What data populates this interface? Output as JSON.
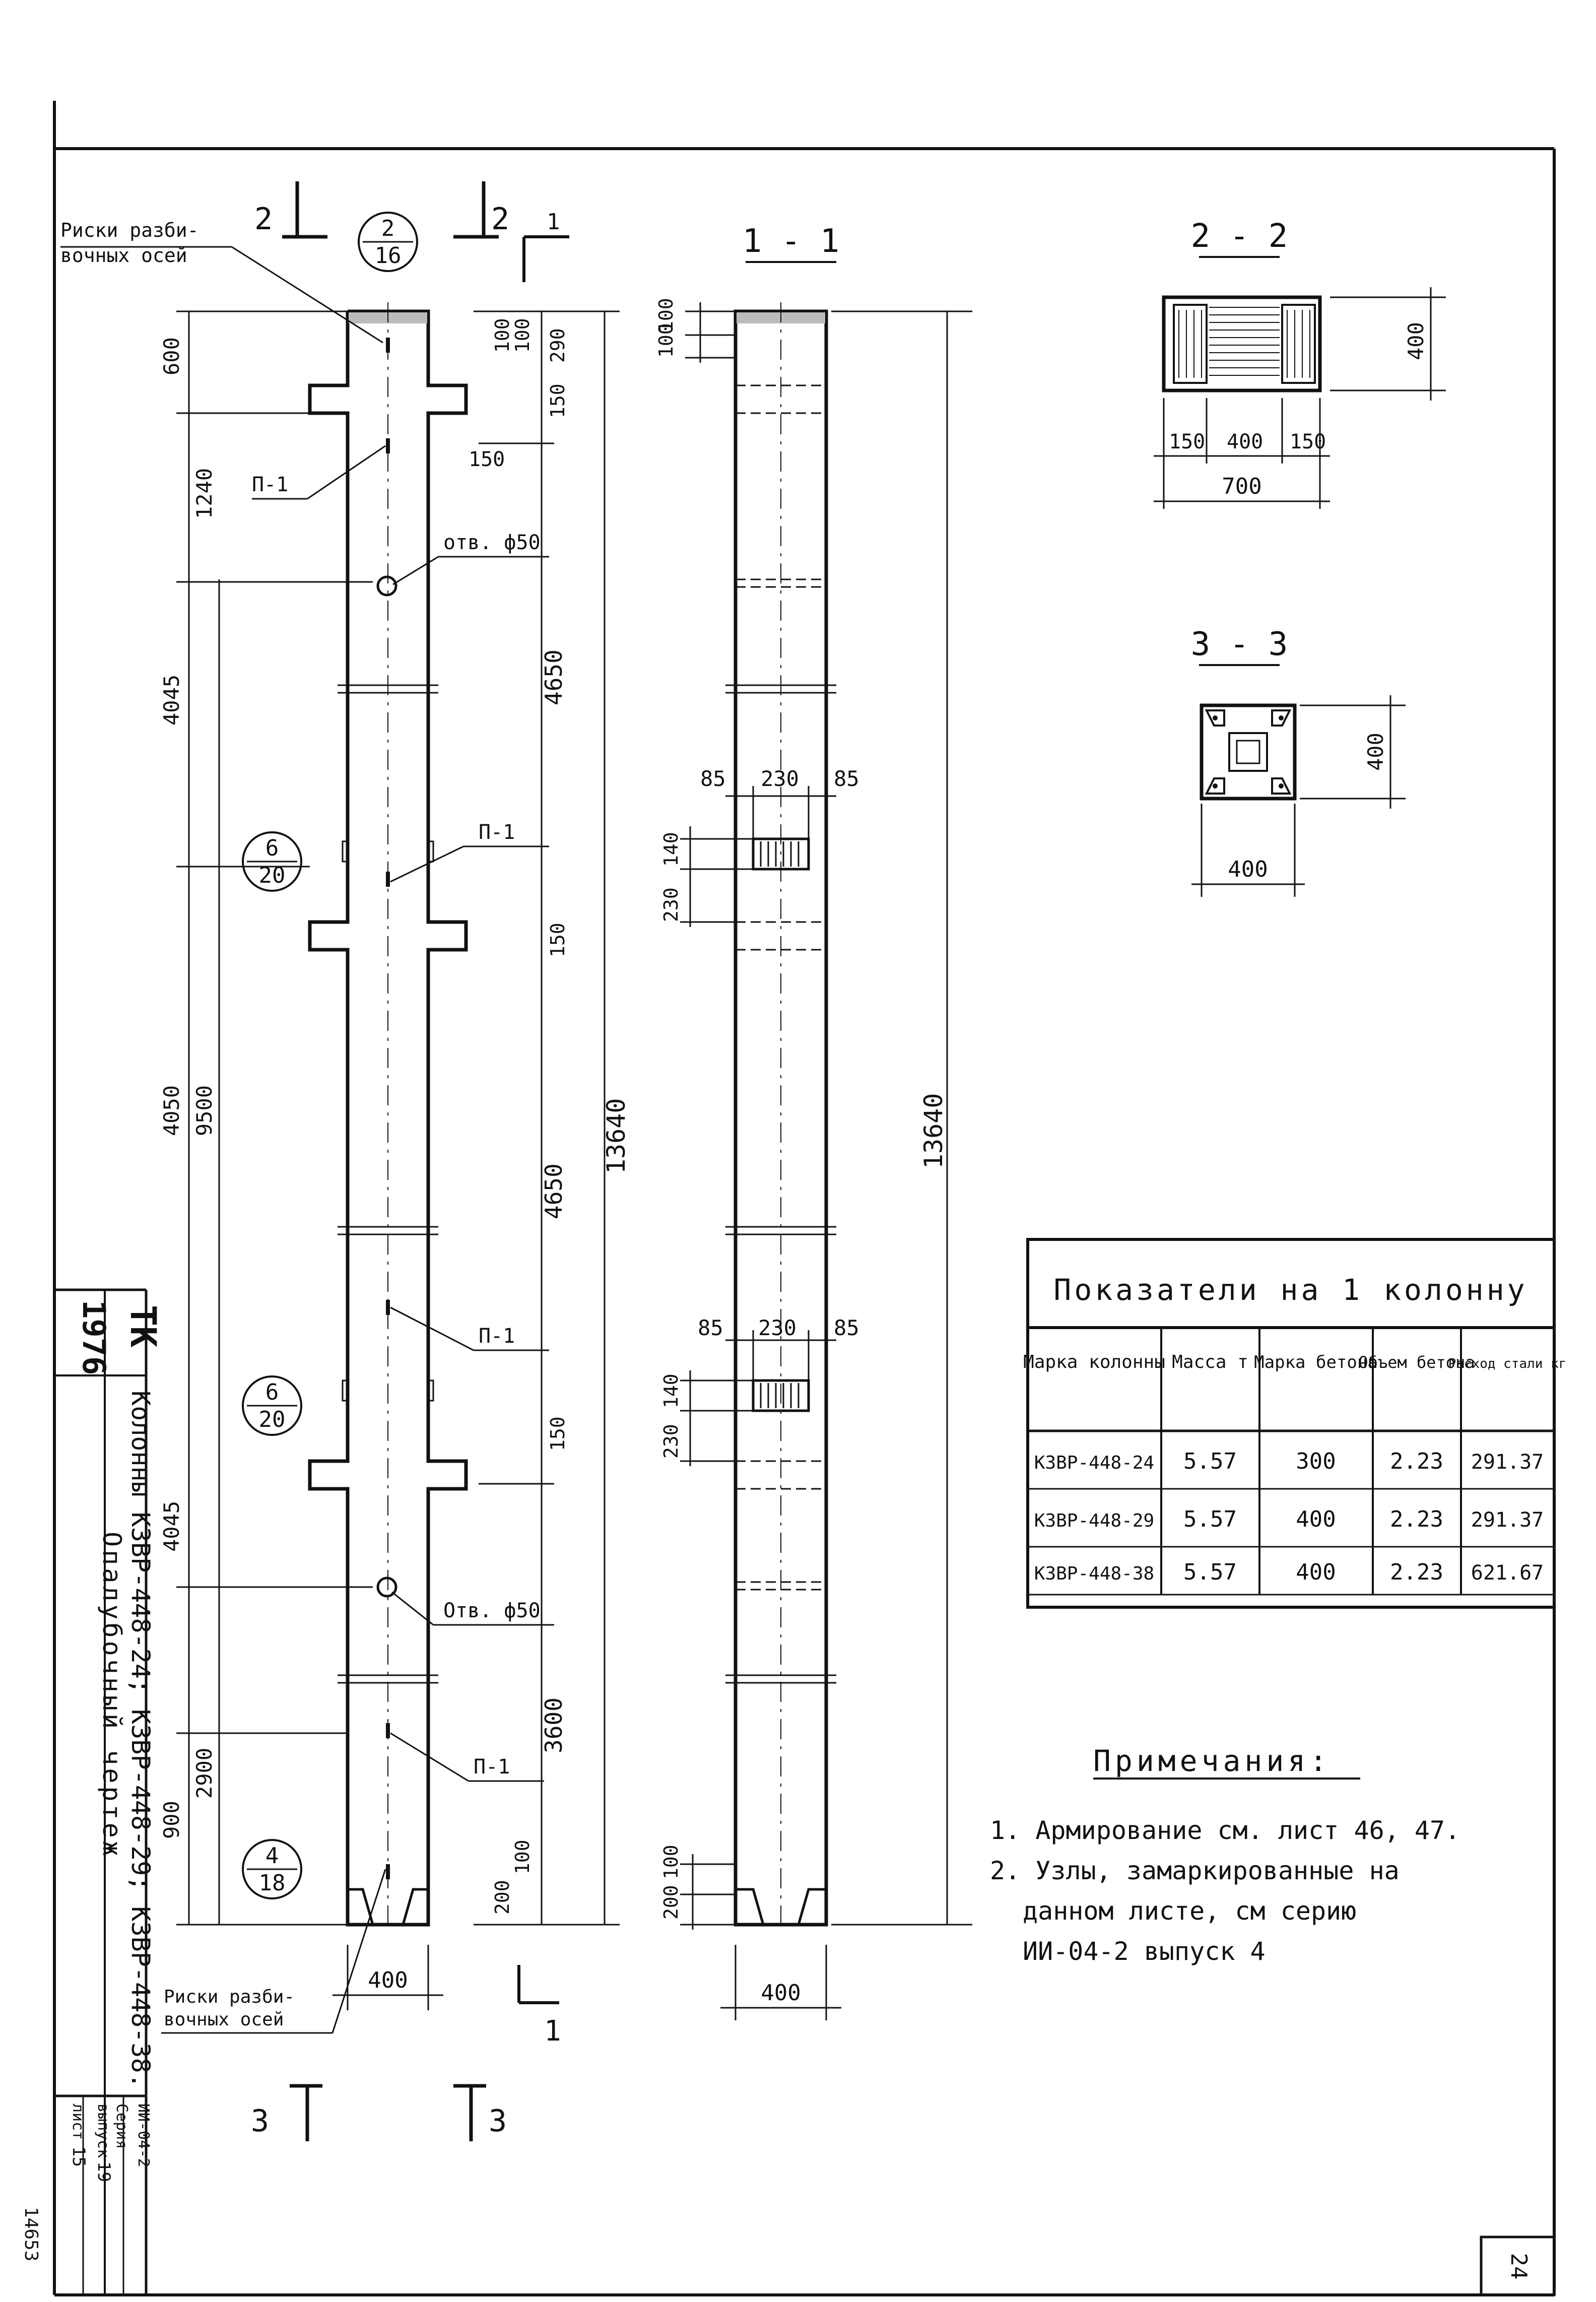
{
  "sheet": {
    "number": "24",
    "page_mark": "14653"
  },
  "labels": {
    "grid_axes_top": [
      "Риски разби-",
      "вочных осей"
    ],
    "grid_axes_bottom": [
      "Риски разби-",
      "вочных осей"
    ],
    "p1": "П-1",
    "hole": "отв. ф50",
    "hole2": "Отв. ф50"
  },
  "callouts": [
    {
      "top": "2",
      "bottom": "16"
    },
    {
      "top": "6",
      "bottom": "20"
    },
    {
      "top": "6",
      "bottom": "20"
    },
    {
      "top": "4",
      "bottom": "18"
    }
  ],
  "sections": {
    "s11": "1 - 1",
    "s22": "2 - 2",
    "s33": "3 - 3",
    "cut1": "1",
    "cut2": "2",
    "cut3": "3"
  },
  "dims_front": {
    "left_outer": [
      "600",
      "1240",
      "4045",
      "4050",
      "4045",
      "900"
    ],
    "left_inner": [
      "9500",
      "2900"
    ],
    "right_small": [
      "100",
      "100",
      "290",
      "150",
      "150",
      "150"
    ],
    "right_mid": [
      "4650",
      "4650",
      "3600"
    ],
    "total": "13640",
    "width": "400",
    "bottom": [
      "200",
      "100"
    ],
    "side150": "150"
  },
  "dims_side": {
    "top": [
      "100",
      "100"
    ],
    "w1": [
      "85",
      "230",
      "85"
    ],
    "w2": [
      "85",
      "230",
      "85"
    ],
    "v1": [
      "230",
      "140"
    ],
    "v2": [
      "230",
      "140"
    ],
    "bottom": [
      "200",
      "100"
    ],
    "total": "13640",
    "width": "400"
  },
  "dims_s22": {
    "a": "150",
    "b": "400",
    "c": "150",
    "total": "700",
    "h": "400"
  },
  "dims_s33": {
    "w": "400",
    "h": "400"
  },
  "table": {
    "title": "Показатели на 1 колонну",
    "headers": [
      "Марка колонны",
      "Масса т",
      "Марка бетона",
      "Объем бетона",
      "Расход стали кг"
    ],
    "rows": [
      [
        "К3ВР-448-24",
        "5.57",
        "300",
        "2.23",
        "291.37"
      ],
      [
        "К3ВР-448-29",
        "5.57",
        "400",
        "2.23",
        "291.37"
      ],
      [
        "К3ВР-448-38",
        "5.57",
        "400",
        "2.23",
        "621.67"
      ]
    ]
  },
  "notes": {
    "title": "Примечания:",
    "items": [
      "1. Армирование см. лист 46, 47.",
      "2. Узлы, замаркированные на",
      "данном листе, см серию",
      "ИИ-04-2 выпуск 4"
    ]
  },
  "stamp": {
    "org": "ТК",
    "year": "1976",
    "title": [
      "Колонны К3ВР-448-24; К3ВР-448-29; К3ВР-448-38.",
      "Опалубочный чертеж"
    ],
    "series_label": "Серия",
    "series": "ИИ-04-2",
    "issue_label": "выпуск",
    "issue": "19",
    "sheet_label": "лист",
    "sheet": "15"
  }
}
